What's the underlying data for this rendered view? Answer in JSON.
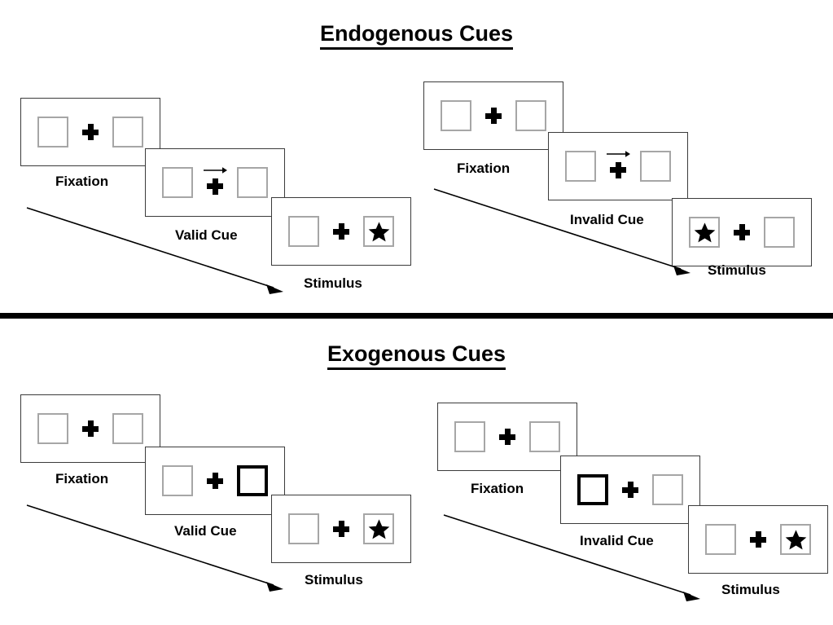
{
  "figure": {
    "background": "#ffffff",
    "line_color": "#3b3b3b",
    "box_color": "#a6a6a6",
    "cue_color": "#000000",
    "divider_color": "#000000"
  },
  "sections": [
    {
      "id": "endogenous",
      "title": "Endogenous Cues",
      "cue_type": "arrow",
      "sequences": [
        {
          "id": "endogenous-valid",
          "validity": "valid",
          "steps": [
            {
              "caption": "Fixation",
              "left_box": "empty",
              "right_box": "empty",
              "arrow": false,
              "stimulus_side": "none"
            },
            {
              "caption": "Valid Cue",
              "left_box": "empty",
              "right_box": "empty",
              "arrow": true,
              "arrow_direction": "right",
              "stimulus_side": "none"
            },
            {
              "caption": "Stimulus",
              "left_box": "empty",
              "right_box": "star",
              "arrow": false,
              "stimulus_side": "right"
            }
          ]
        },
        {
          "id": "endogenous-invalid",
          "validity": "invalid",
          "steps": [
            {
              "caption": "Fixation",
              "left_box": "empty",
              "right_box": "empty",
              "arrow": false,
              "stimulus_side": "none"
            },
            {
              "caption": "Invalid Cue",
              "left_box": "empty",
              "right_box": "empty",
              "arrow": true,
              "arrow_direction": "right",
              "stimulus_side": "none"
            },
            {
              "caption": "Stimulus",
              "left_box": "star",
              "right_box": "empty",
              "arrow": false,
              "stimulus_side": "left"
            }
          ]
        }
      ]
    },
    {
      "id": "exogenous",
      "title": "Exogenous Cues",
      "cue_type": "box-flash",
      "sequences": [
        {
          "id": "exogenous-valid",
          "validity": "valid",
          "steps": [
            {
              "caption": "Fixation",
              "left_box": "empty",
              "right_box": "empty",
              "arrow": false,
              "stimulus_side": "none"
            },
            {
              "caption": "Valid Cue",
              "left_box": "empty",
              "right_box": "cued",
              "arrow": false,
              "stimulus_side": "none"
            },
            {
              "caption": "Stimulus",
              "left_box": "empty",
              "right_box": "star",
              "arrow": false,
              "stimulus_side": "right"
            }
          ]
        },
        {
          "id": "exogenous-invalid",
          "validity": "invalid",
          "steps": [
            {
              "caption": "Fixation",
              "left_box": "empty",
              "right_box": "empty",
              "arrow": false,
              "stimulus_side": "none"
            },
            {
              "caption": "Invalid Cue",
              "left_box": "cued",
              "right_box": "empty",
              "arrow": false,
              "stimulus_side": "none"
            },
            {
              "caption": "Stimulus",
              "left_box": "empty",
              "right_box": "star",
              "arrow": false,
              "stimulus_side": "right"
            }
          ]
        }
      ]
    }
  ],
  "labels": {
    "endogenous_title": "Endogenous Cues",
    "exogenous_title": "Exogenous Cues",
    "fixation": "Fixation",
    "valid_cue": "Valid Cue",
    "invalid_cue": "Invalid Cue",
    "stimulus": "Stimulus"
  }
}
